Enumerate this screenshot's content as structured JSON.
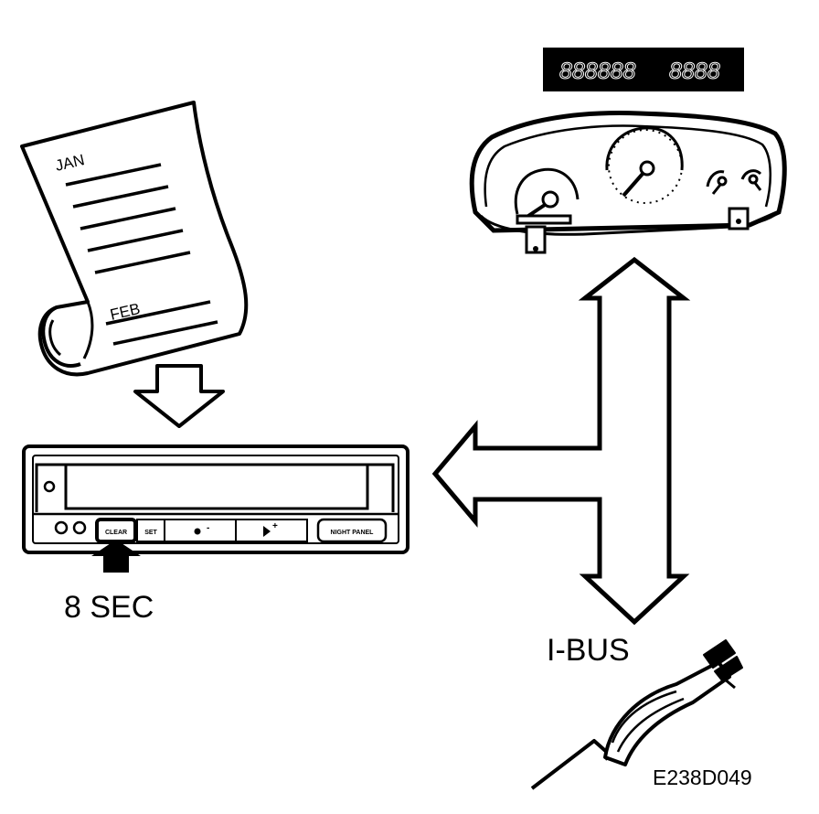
{
  "calendar": {
    "month_top": "JAN",
    "month_bottom": "FEB"
  },
  "display": {
    "left_digits": "888888",
    "right_digits": "8888"
  },
  "sid": {
    "buttons": {
      "clear": "CLEAR",
      "set": "SET",
      "minus": "-",
      "plus": "+",
      "night_panel": "NIGHT PANEL"
    }
  },
  "labels": {
    "hold_time": "8 SEC",
    "bus": "I-BUS",
    "figure_id": "E238D049"
  },
  "colors": {
    "ink": "#000000",
    "paper": "#ffffff"
  }
}
